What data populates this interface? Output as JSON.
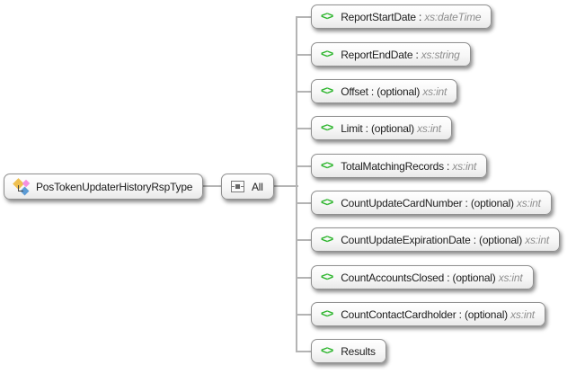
{
  "diagram": {
    "root": {
      "label": "PosTokenUpdaterHistoryRspType"
    },
    "compositor": {
      "label": "All"
    }
  },
  "icons": {
    "element_glyph": "<>",
    "root_icon": "complex-type-diamonds-icon",
    "compositor_icon": "all-compositor-icon"
  },
  "elements": [
    {
      "name": "ReportStartDate",
      "sep": " : ",
      "optional": "",
      "type": "xs:dateTime"
    },
    {
      "name": "ReportEndDate",
      "sep": " : ",
      "optional": "",
      "type": "xs:string"
    },
    {
      "name": "Offset",
      "sep": " : ",
      "optional": "(optional) ",
      "type": "xs:int"
    },
    {
      "name": "Limit",
      "sep": " : ",
      "optional": "(optional) ",
      "type": "xs:int"
    },
    {
      "name": "TotalMatchingRecords",
      "sep": " : ",
      "optional": "",
      "type": "xs:int"
    },
    {
      "name": "CountUpdateCardNumber",
      "sep": " : ",
      "optional": "(optional) ",
      "type": "xs:int"
    },
    {
      "name": "CountUpdateExpirationDate",
      "sep": " : ",
      "optional": "(optional) ",
      "type": "xs:int"
    },
    {
      "name": "CountAccountsClosed",
      "sep": " : ",
      "optional": "(optional) ",
      "type": "xs:int"
    },
    {
      "name": "CountContactCardholder",
      "sep": " : ",
      "optional": "(optional) ",
      "type": "xs:int"
    },
    {
      "name": "Results",
      "sep": "",
      "optional": "",
      "type": ""
    }
  ],
  "colors": {
    "accent_green": "#2db52d",
    "diamond_yellow": "#efc050",
    "diamond_pink": "#f48fe0",
    "diamond_blue": "#5b9bd5",
    "line": "#b4b4b4",
    "canvas_bg": "#ffffff"
  }
}
